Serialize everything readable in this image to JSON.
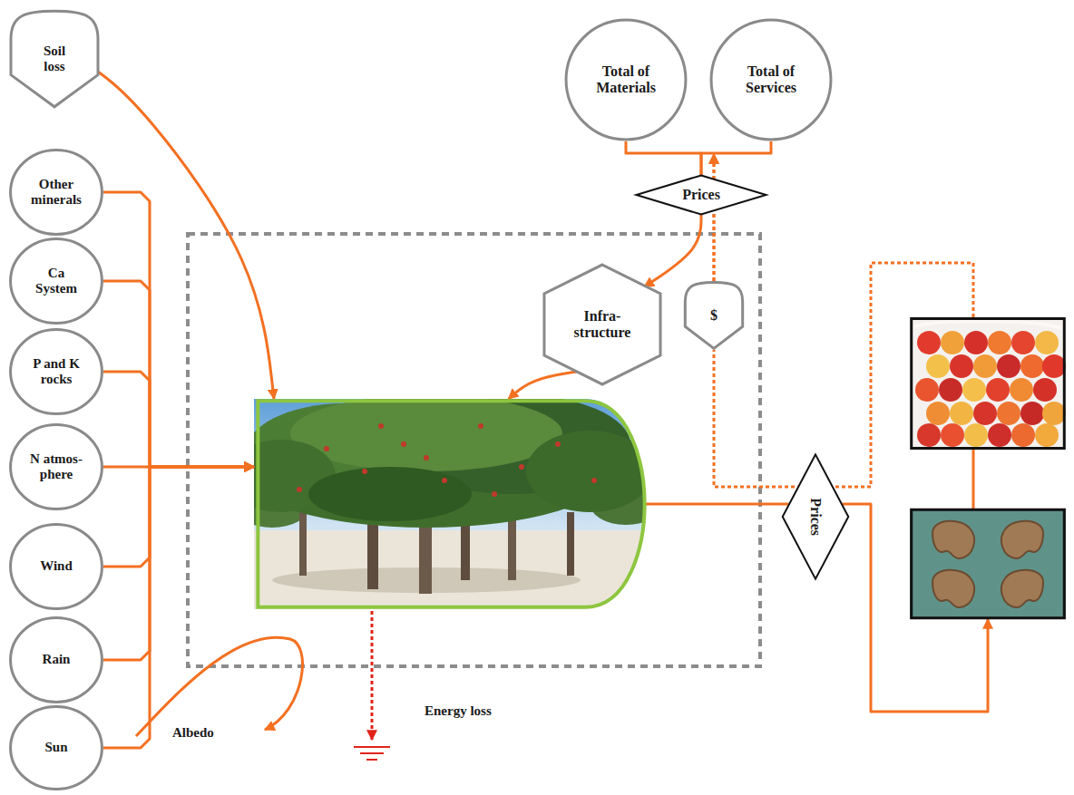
{
  "diagram": {
    "nodes": [
      {
        "text": [
          "Soil loss"
        ]
      },
      {
        "text": [
          "Other minerals"
        ]
      },
      {
        "text": [
          "Ca System"
        ]
      },
      {
        "text": [
          "P and K rocks"
        ]
      },
      {
        "text": [
          "N atmos- phere"
        ]
      },
      {
        "text": [
          "Wind"
        ]
      },
      {
        "text": [
          "Rain"
        ]
      },
      {
        "text": [
          "Sun"
        ]
      },
      {
        "text": [
          "Total of Materials"
        ]
      },
      {
        "text": [
          "Total of Services"
        ]
      },
      {
        "text": [
          "Prices"
        ]
      },
      {
        "text": [
          "Infra- structure"
        ]
      },
      {
        "text": [
          "$"
        ]
      },
      {
        "text": []
      },
      {
        "text": [
          "Prices"
        ]
      },
      {
        "text": []
      },
      {
        "text": []
      }
    ],
    "edges": [
      {
        "from": 0,
        "to": 13,
        "arrow": "to"
      },
      {
        "from": 1,
        "to": 13,
        "arrow": "to"
      },
      {
        "from": 2,
        "to": 13,
        "arrow": "to"
      },
      {
        "from": 3,
        "to": 13,
        "arrow": "to"
      },
      {
        "from": 4,
        "to": 13,
        "arrow": "to"
      },
      {
        "from": 5,
        "to": 13,
        "arrow": "to"
      },
      {
        "from": 6,
        "to": 13,
        "arrow": "to"
      },
      {
        "from": 7,
        "to": 13,
        "arrow": "to"
      },
      {
        "from": 8,
        "to": 10,
        "arrow": "none"
      },
      {
        "from": 9,
        "to": 10,
        "arrow": "none"
      },
      {
        "from": 10,
        "to": 11,
        "arrow": "to"
      },
      {
        "from": 12,
        "to": 8,
        "arrow": "to"
      },
      {
        "from": 12,
        "to": 9,
        "arrow": "to"
      },
      {
        "from": 11,
        "to": 13,
        "arrow": "to"
      },
      {
        "from": 13,
        "to": 14,
        "arrow": "none"
      },
      {
        "from": 14,
        "to": 16,
        "arrow": "to"
      },
      {
        "from": 16,
        "to": 15,
        "arrow": "none"
      },
      {
        "from": 15,
        "to": 12,
        "arrow": "none"
      }
    ],
    "labels": [
      "Albedo",
      "Energy loss"
    ]
  }
}
